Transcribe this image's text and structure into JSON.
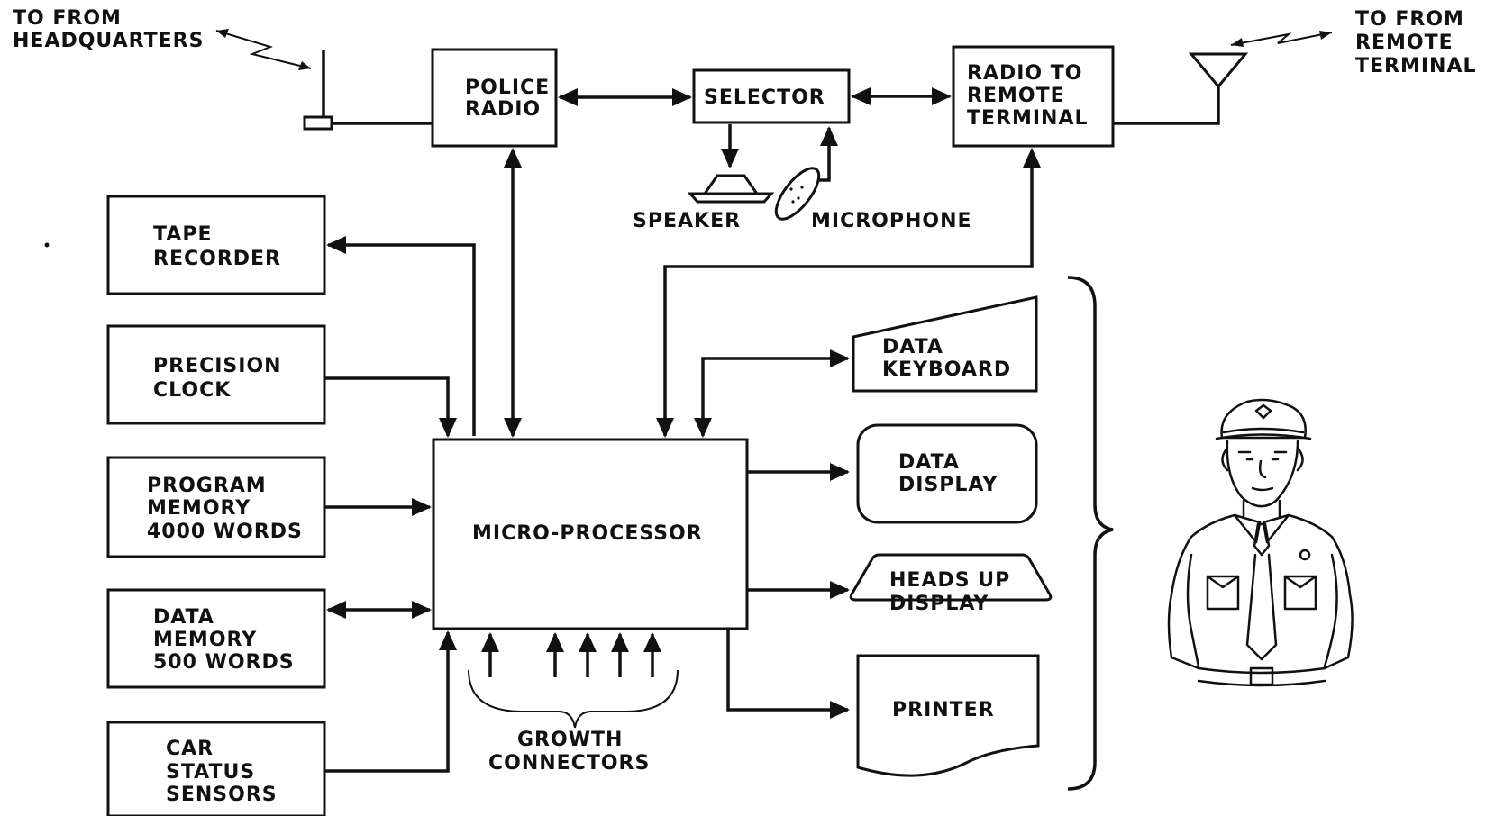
{
  "labels": {
    "hq_1": "TO FROM",
    "hq_2": "HEADQUARTERS",
    "remote_1": "TO FROM",
    "remote_2": "REMOTE",
    "remote_3": "TERMINAL",
    "speaker": "SPEAKER",
    "microphone": "MICROPHONE",
    "growth_1": "GROWTH",
    "growth_2": "CONNECTORS"
  },
  "blocks": {
    "police_radio": [
      "POLICE",
      "RADIO"
    ],
    "selector": [
      "SELECTOR"
    ],
    "radio_remote": [
      "RADIO TO",
      "REMOTE",
      "TERMINAL"
    ],
    "tape_recorder": [
      "TAPE",
      "RECORDER"
    ],
    "precision_clock": [
      "PRECISION",
      "CLOCK"
    ],
    "program_memory": [
      "PROGRAM",
      "MEMORY",
      "4000 WORDS"
    ],
    "data_memory": [
      "DATA",
      "MEMORY",
      "500 WORDS"
    ],
    "car_status": [
      "CAR",
      "STATUS",
      "SENSORS"
    ],
    "microprocessor": [
      "MICRO-PROCESSOR"
    ],
    "data_keyboard": [
      "DATA",
      "KEYBOARD"
    ],
    "data_display": [
      "DATA",
      "DISPLAY"
    ],
    "heads_up": [
      "HEADS UP",
      "DISPLAY"
    ],
    "printer": [
      "PRINTER"
    ]
  },
  "icons": [
    "antenna-icon",
    "yagi-antenna-icon",
    "lightning-icon",
    "speaker-icon",
    "microphone-icon",
    "police-officer-icon"
  ]
}
